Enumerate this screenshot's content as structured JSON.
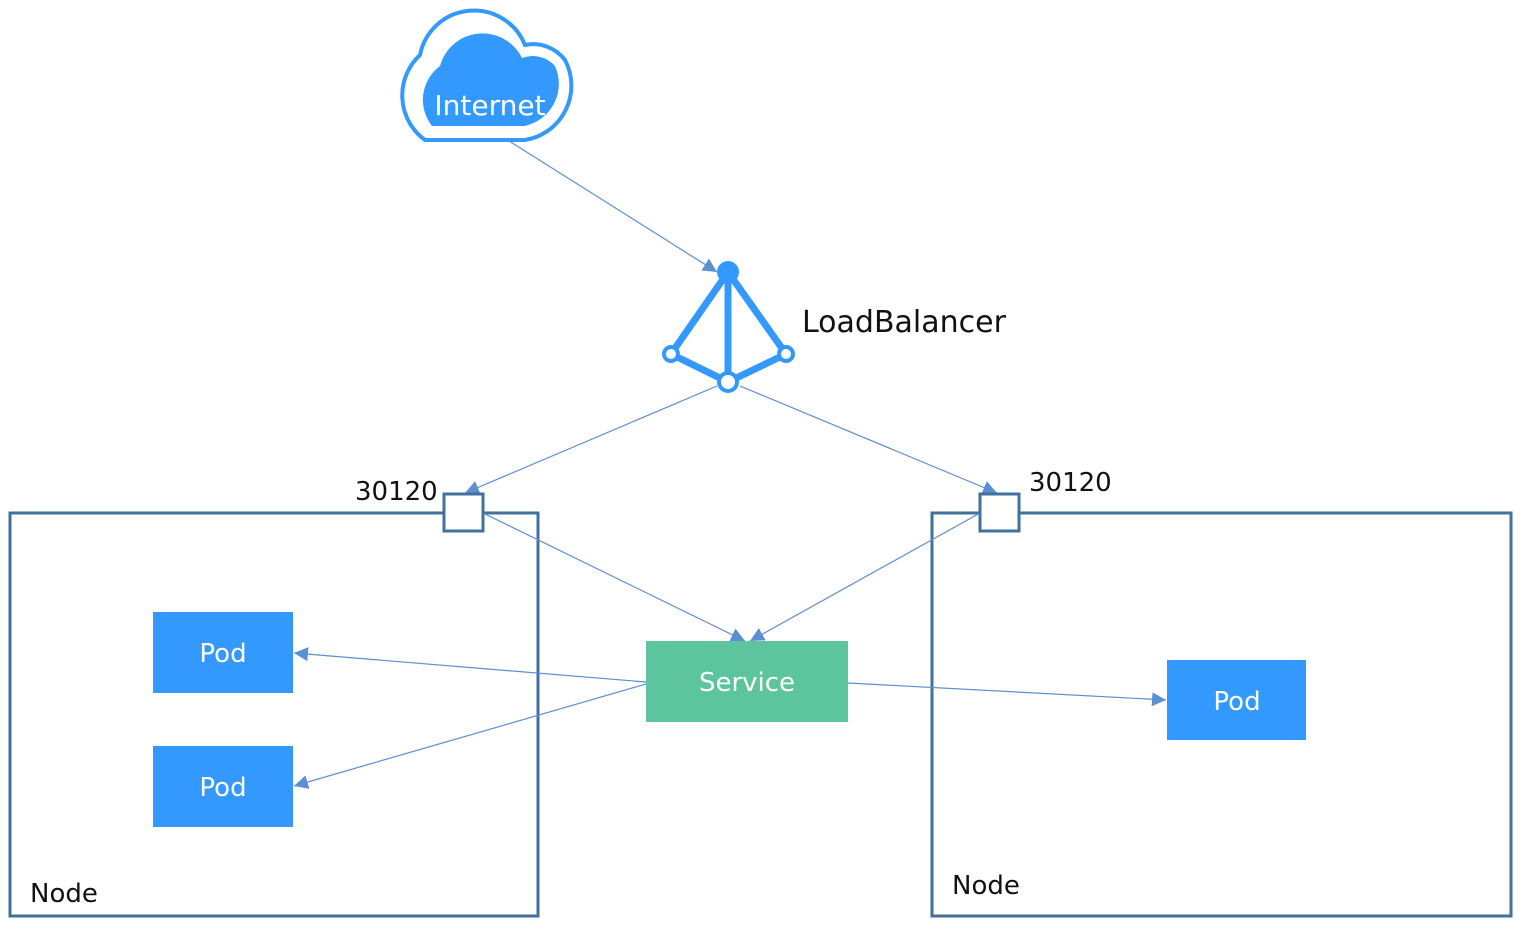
{
  "labels": {
    "internet": "Internet",
    "load_balancer": "LoadBalancer",
    "left_port": "30120",
    "right_port": "30120",
    "service": "Service",
    "left_pod_1": "Pod",
    "left_pod_2": "Pod",
    "right_pod": "Pod",
    "left_node": "Node",
    "right_node": "Node"
  },
  "colors": {
    "node_border": "#41719c",
    "pod_fill": "#3399ff",
    "service_fill": "#5cc59e",
    "cloud_fill": "#3399ff",
    "load_balancer": "#3399ff",
    "arrow": "#5b8fd1",
    "port_border": "#41719c"
  }
}
